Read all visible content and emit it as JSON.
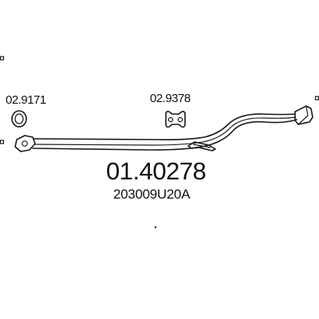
{
  "diagram": {
    "main_part_number": "01.40278",
    "oe_number": "203009U20A",
    "parts": [
      {
        "label": "02.9171",
        "icon": "gasket-ring-icon"
      },
      {
        "label": "02.9378",
        "icon": "rubber-hanger-icon"
      }
    ]
  }
}
